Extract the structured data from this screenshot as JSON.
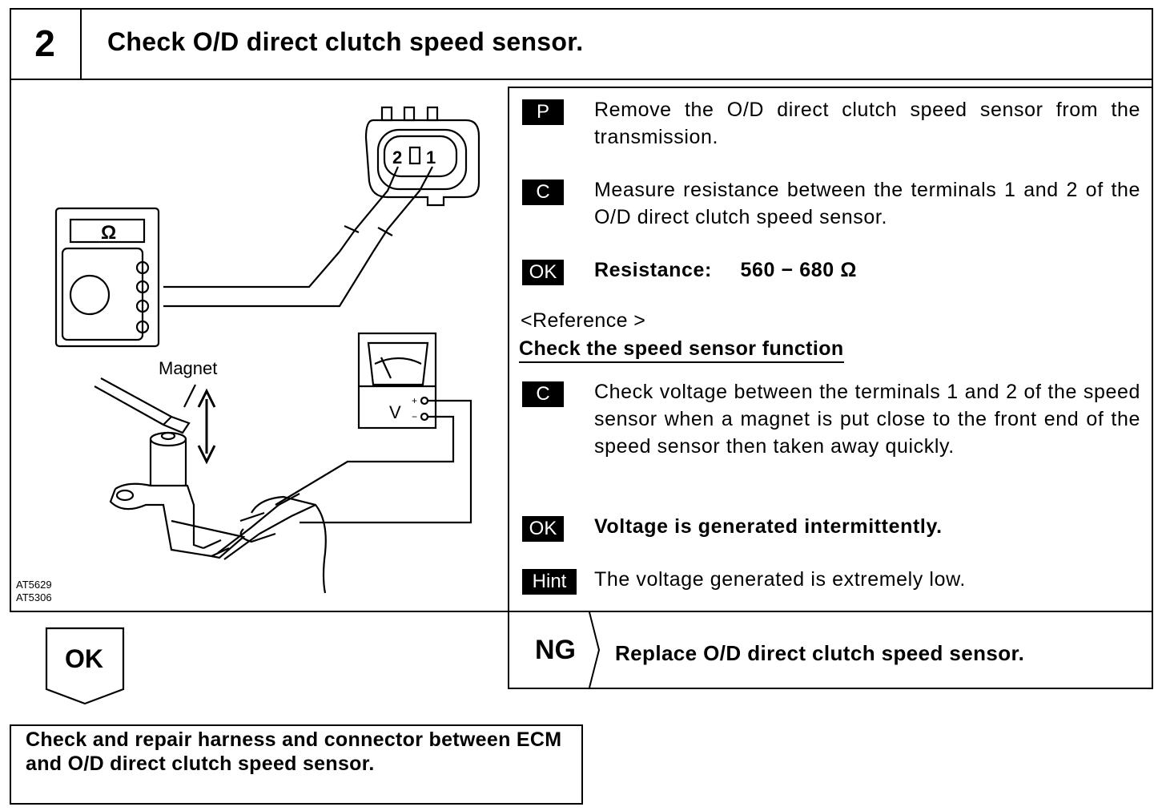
{
  "header": {
    "step_number": "2",
    "title": "Check O/D direct clutch speed sensor."
  },
  "illustration": {
    "ohm_symbol": "Ω",
    "volt_symbol": "V",
    "plus_sign": "+",
    "minus_sign": "−",
    "connector_pin_2": "2",
    "connector_pin_1": "1",
    "magnet_label": "Magnet",
    "fig_codes": [
      "AT5629",
      "AT5306"
    ]
  },
  "procedure": {
    "items": [
      {
        "badge": "P",
        "text": "Remove the O/D direct clutch speed sensor from the transmission."
      },
      {
        "badge": "C",
        "text": "Measure resistance between the terminals 1 and 2 of the O/D direct clutch speed sensor."
      },
      {
        "badge": "OK",
        "label": "Resistance:",
        "value": "560 − 680 Ω"
      }
    ],
    "reference_heading": "<Reference >",
    "reference_subheading": "Check the speed sensor function",
    "reference_items": [
      {
        "badge": "C",
        "text": "Check voltage between the terminals 1 and 2 of the speed sensor when a magnet is put close to the front end of the speed sensor then taken away quickly."
      },
      {
        "badge": "OK",
        "text": "Voltage is generated intermittently."
      },
      {
        "badge": "Hint",
        "text": "The voltage generated is extremely low."
      }
    ]
  },
  "results": {
    "ok_label": "OK",
    "ng_label": "NG",
    "ng_action": "Replace O/D direct clutch speed sensor.",
    "ok_action": "Check and repair harness and connector between ECM and O/D direct clutch speed sensor."
  }
}
